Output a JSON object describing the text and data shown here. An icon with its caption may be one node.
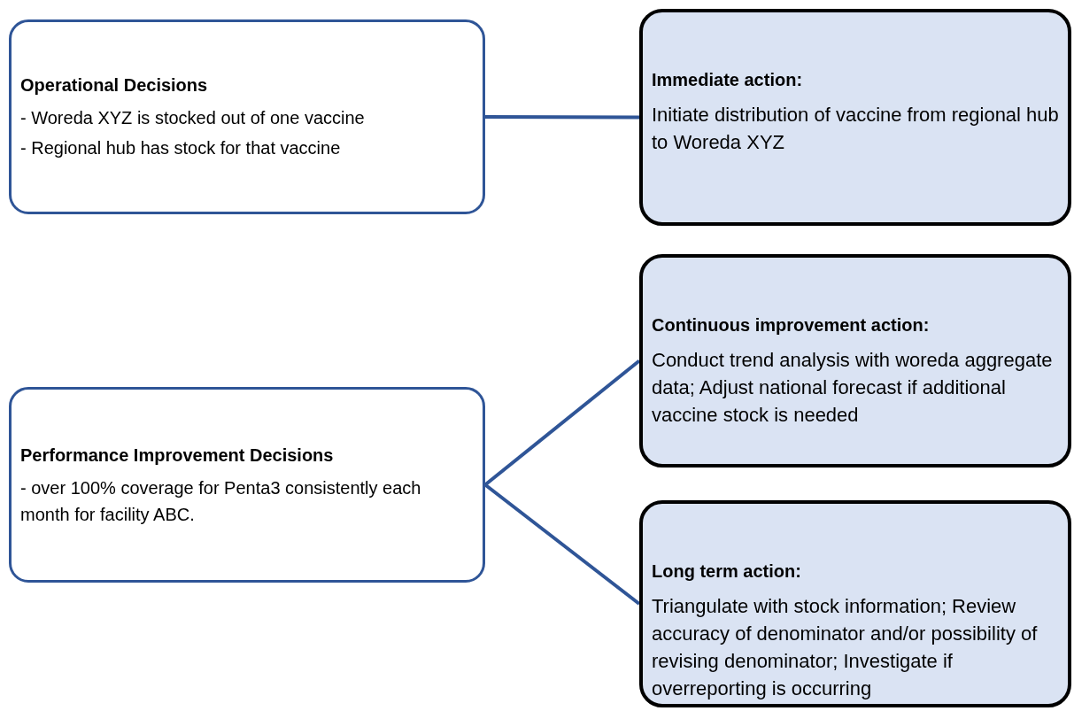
{
  "diagram": {
    "nodes": [
      {
        "text": [
          "Operational Decisions",
          "- Woreda XYZ is stocked out of one vaccine",
          "- Regional hub has stock for that vaccine"
        ]
      },
      {
        "text": [
          "Immediate action:",
          "Initiate distribution of vaccine from regional hub to Woreda XYZ"
        ]
      },
      {
        "text": [
          "Performance Improvement Decisions",
          "- over 100% coverage for Penta3 consistently each month for facility ABC."
        ]
      },
      {
        "text": [
          "Continuous improvement action:",
          "Conduct trend analysis with woreda aggregate data; Adjust national forecast if additional vaccine stock is needed"
        ]
      },
      {
        "text": [
          "Long term action:",
          "Triangulate with stock information; Review accuracy of denominator and/or possibility of revising denominator; Investigate if overreporting is occurring"
        ]
      }
    ],
    "edges": [
      {
        "from": 0,
        "to": 1,
        "arrow": "none"
      },
      {
        "from": 2,
        "to": 3,
        "arrow": "none"
      },
      {
        "from": 2,
        "to": 4,
        "arrow": "none"
      }
    ]
  }
}
